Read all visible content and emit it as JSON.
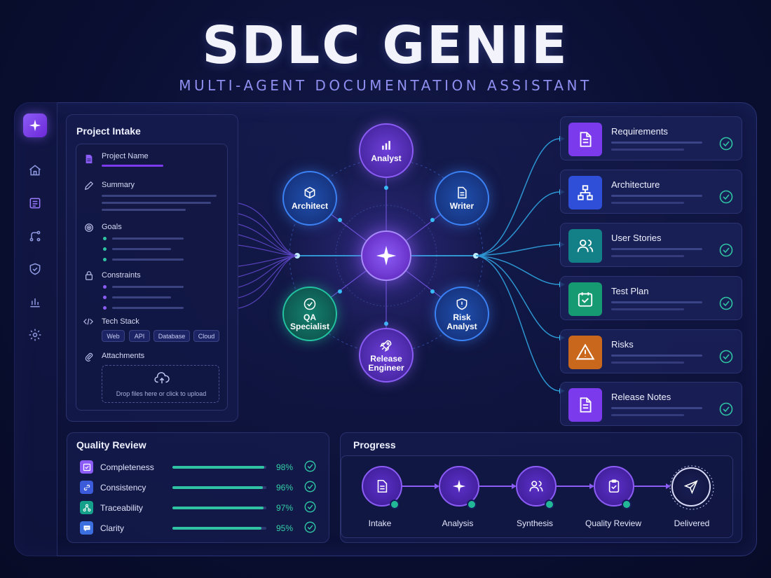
{
  "header": {
    "title": "SDLC GENIE",
    "subtitle": "MULTI-AGENT DOCUMENTATION ASSISTANT"
  },
  "sidebar": {
    "logo_icon": "sparkle-icon",
    "items": [
      {
        "icon": "home-icon"
      },
      {
        "icon": "document-list-icon"
      },
      {
        "icon": "workflow-icon"
      },
      {
        "icon": "shield-check-icon"
      },
      {
        "icon": "bar-chart-icon"
      },
      {
        "icon": "gear-icon"
      }
    ]
  },
  "intake": {
    "title": "Project Intake",
    "fields": {
      "project_name": "Project Name",
      "summary": "Summary",
      "goals": "Goals",
      "constraints": "Constraints",
      "tech_stack": "Tech Stack",
      "attachments": "Attachments"
    },
    "tech_tags": [
      "Web",
      "API",
      "Database",
      "Cloud"
    ],
    "dropzone_text": "Drop files here or click to upload"
  },
  "agents": {
    "center_icon": "sparkle-icon",
    "nodes": [
      {
        "label": "Analyst",
        "icon": "bar-chart-icon"
      },
      {
        "label": "Architect",
        "icon": "cube-icon"
      },
      {
        "label": "Writer",
        "icon": "document-icon"
      },
      {
        "label": "QA\nSpecialist",
        "icon": "check-circle-icon"
      },
      {
        "label": "Risk\nAnalyst",
        "icon": "shield-alert-icon"
      },
      {
        "label": "Release\nEngineer",
        "icon": "rocket-icon"
      }
    ]
  },
  "outputs": [
    {
      "label": "Requirements",
      "icon": "document-icon",
      "color": "#7c3aed",
      "status": "complete"
    },
    {
      "label": "Architecture",
      "icon": "hierarchy-icon",
      "color": "#2f4fd8",
      "status": "complete"
    },
    {
      "label": "User Stories",
      "icon": "users-icon",
      "color": "#137f86",
      "status": "complete"
    },
    {
      "label": "Test Plan",
      "icon": "calendar-check-icon",
      "color": "#169a72",
      "status": "complete"
    },
    {
      "label": "Risks",
      "icon": "warning-icon",
      "color": "#c9671c",
      "status": "complete"
    },
    {
      "label": "Release Notes",
      "icon": "document-icon",
      "color": "#7c3aed",
      "status": "complete"
    }
  ],
  "quality": {
    "title": "Quality Review",
    "metrics": [
      {
        "name": "Completeness",
        "pct": "98%",
        "value": 98,
        "icon": "checkbox-icon",
        "color": "#8b5cf6"
      },
      {
        "name": "Consistency",
        "pct": "96%",
        "value": 96,
        "icon": "link-icon",
        "color": "#3b5bdb"
      },
      {
        "name": "Traceability",
        "pct": "97%",
        "value": 97,
        "icon": "nodes-icon",
        "color": "#14a08a"
      },
      {
        "name": "Clarity",
        "pct": "95%",
        "value": 95,
        "icon": "chat-icon",
        "color": "#3b6fe0"
      }
    ]
  },
  "progress": {
    "title": "Progress",
    "steps": [
      {
        "label": "Intake",
        "icon": "document-icon",
        "done": true
      },
      {
        "label": "Analysis",
        "icon": "sparkle-icon",
        "done": true
      },
      {
        "label": "Synthesis",
        "icon": "users-icon",
        "done": true
      },
      {
        "label": "Quality Review",
        "icon": "clipboard-check-icon",
        "done": true
      },
      {
        "label": "Delivered",
        "icon": "send-icon",
        "done": false
      }
    ]
  },
  "colors": {
    "accent": "#8b5cf6",
    "teal": "#2fc3a3",
    "cyan": "#38bdf8",
    "background": "#0a0f33"
  }
}
